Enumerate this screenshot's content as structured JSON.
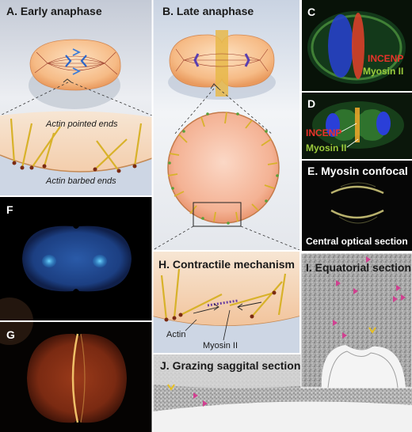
{
  "panels": {
    "A": {
      "title": "A. Early anaphase",
      "label_pointed": "Actin pointed ends",
      "label_barbed": "Actin barbed ends"
    },
    "B": {
      "title": "B. Late anaphase"
    },
    "C": {
      "letter": "C",
      "label_red": "INCENP",
      "label_green": "Myosin II"
    },
    "D": {
      "letter": "D",
      "label_red": "INCENP",
      "label_green": "Myosin II"
    },
    "E": {
      "title": "E. Myosin confocal",
      "caption": "Central optical section"
    },
    "F": {
      "letter": "F"
    },
    "G": {
      "letter": "G"
    },
    "H": {
      "title": "H. Contractile mechanism",
      "label_actin": "Actin",
      "label_myosin": "Myosin II"
    },
    "I": {
      "title": "I. Equatorial section"
    },
    "J": {
      "title": "J. Grazing saggital section"
    }
  },
  "colors": {
    "incenp": "#e8322a",
    "myosin": "#9ccc3c",
    "actin": "#d8b22a"
  }
}
